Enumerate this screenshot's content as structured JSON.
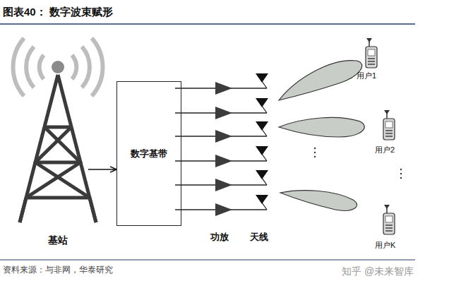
{
  "diagram": {
    "title": "图表40： 数字波束赋形",
    "caption": "资料来源：与非网，华泰研究",
    "nodes": [
      {
        "text": [
          "基站"
        ]
      },
      {
        "text": [
          "数字基带"
        ]
      }
    ],
    "edges": [
      {
        "from": 0,
        "to": 1,
        "arrow": "to"
      }
    ],
    "labels": [
      "功放",
      "天线",
      "用户1",
      "用户2",
      "用户K",
      "知乎 @未来智库"
    ]
  }
}
